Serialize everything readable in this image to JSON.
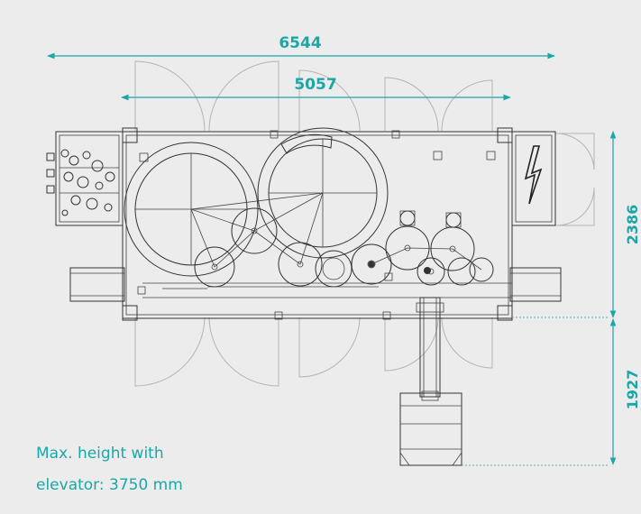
{
  "dimensions": {
    "overall_length": "6544",
    "inner_length": "5057",
    "width": "2386",
    "elevator_extension": "1927"
  },
  "note": {
    "line1": "Max. height with",
    "line2": "elevator: 3750 mm"
  },
  "colors": {
    "accent": "#1aa7a7",
    "background": "#ececec",
    "linework": "#333333",
    "doors": "#b3b3b3"
  },
  "icons": [
    "high-voltage-icon"
  ]
}
